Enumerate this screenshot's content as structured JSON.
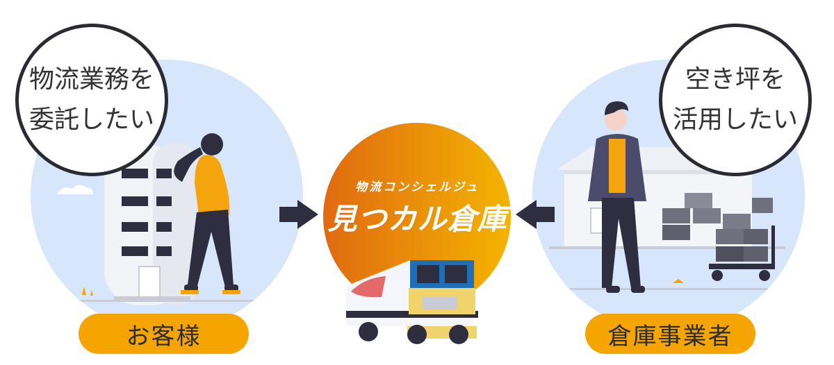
{
  "left": {
    "bubble_line1": "物流業務を",
    "bubble_line2": "委託したい",
    "label": "お客様"
  },
  "right": {
    "bubble_line1": "空き坪を",
    "bubble_line2": "活用したい",
    "label": "倉庫事業者"
  },
  "center": {
    "tagline": "物流コンシェルジュ",
    "brand_name": "見つカル倉庫"
  },
  "colors": {
    "circle_bg": "#d8e6fb",
    "pill": "#f5a400",
    "orange_start": "#e06a10",
    "orange_end": "#f3b400",
    "dark": "#2f2e41",
    "shirt": "#f4a40c"
  }
}
